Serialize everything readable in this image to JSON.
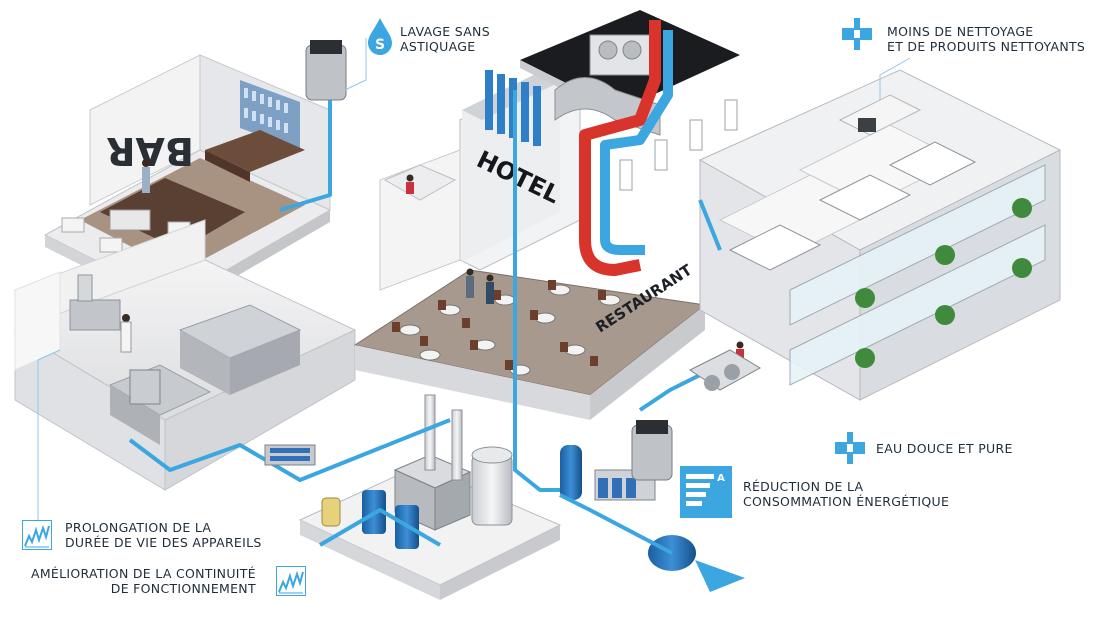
{
  "signs": {
    "bar": "BAR",
    "hotel": "HOTEL",
    "restaurant": "RESTAURANT"
  },
  "callouts": {
    "lavage": [
      "LAVAGE SANS",
      "ASTIQUAGE"
    ],
    "nettoyage": [
      "MOINS DE NETTOYAGE",
      "ET DE PRODUITS NETTOYANTS"
    ],
    "eau": [
      "EAU DOUCE ET PURE"
    ],
    "energie": [
      "RÉDUCTION DE LA",
      "CONSOMMATION ÉNERGÉTIQUE"
    ],
    "prolongation": [
      "PROLONGATION DE LA",
      "DURÉE DE VIE DES APPAREILS"
    ],
    "continuite": [
      "AMÉLIORATION DE LA CONTINUITÉ",
      "DE FONCTIONNEMENT"
    ]
  },
  "icons": {
    "lavage": "water-drop-icon",
    "nettoyage": "filter-icon",
    "eau": "filter-icon",
    "energie": "energy-rating-icon",
    "prolongation": "lifespan-graph-icon",
    "continuite": "continuity-graph-icon",
    "energy_class": "A"
  },
  "colors": {
    "water": "#3ba6e0",
    "hot": "#d9342b",
    "text": "#1f2d3a",
    "structure": "#e9eaec"
  }
}
